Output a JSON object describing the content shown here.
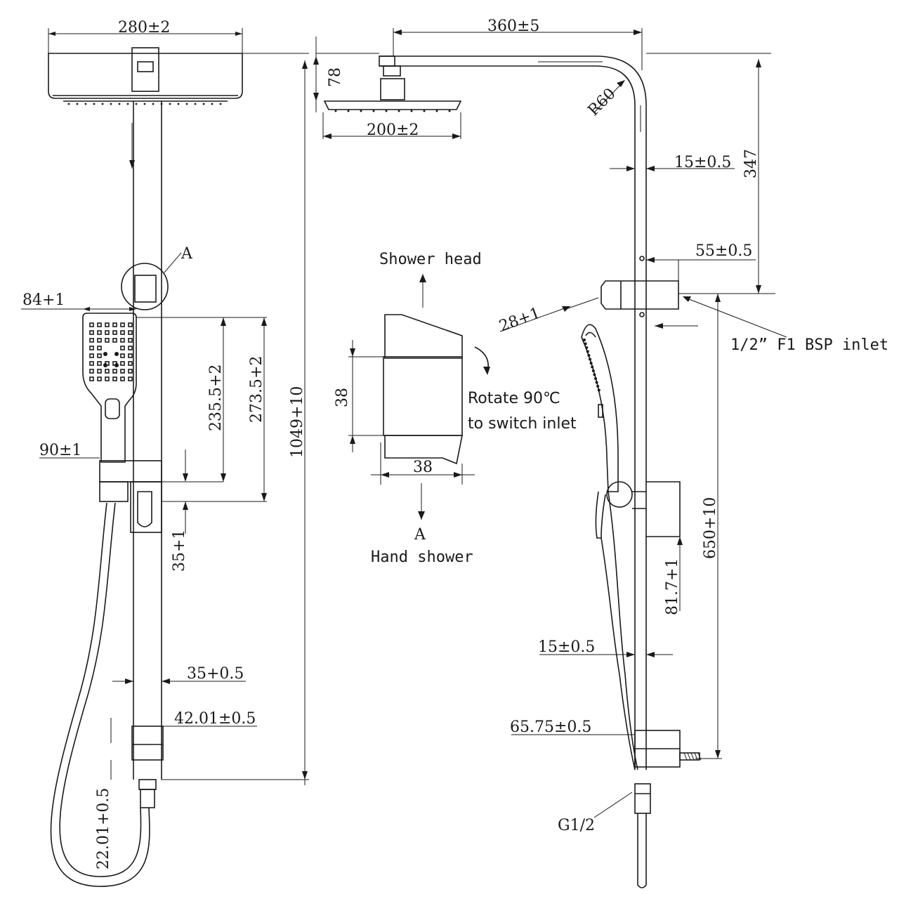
{
  "left_view": {
    "dim_head_width": "280±2",
    "label_detail_a": "A",
    "dim_hand_shower_width": "84+1",
    "dim_holder_offset": "90±1",
    "dim_holder_height": "235.5+2",
    "dim_holder_top": "273.5+2",
    "dim_total_height": "1049+10",
    "dim_holder_thickness": "35+1",
    "dim_pipe_diameter": "35+0.5",
    "dim_bottom_bracket": "42.01±0.5",
    "dim_hose_connector": "22.01+0.5"
  },
  "right_view": {
    "dim_arm_length": "360±5",
    "dim_head_height": "78",
    "dim_arm_radius": "R60",
    "dim_head_diameter": "200±2",
    "dim_pipe_offset_top": "15±0.5",
    "dim_top_section": "347",
    "dim_diverter_depth": "55±0.5",
    "dim_hose_angle": "28+1",
    "label_inlet": "1/2” F1 BSP inlet",
    "dim_holder_span": "81.7+1",
    "dim_inlet_height": "650+10",
    "dim_pipe_offset_bottom": "15±0.5",
    "dim_bottom_depth": "65.75±0.5",
    "label_thread": "G1/2"
  },
  "detail_a": {
    "label_shower_head": "Shower head",
    "dim_height": "38",
    "label_rotate": "Rotate 90℃",
    "label_switch": "to switch inlet",
    "dim_width": "38",
    "label_a": "A",
    "label_hand_shower": "Hand shower"
  }
}
